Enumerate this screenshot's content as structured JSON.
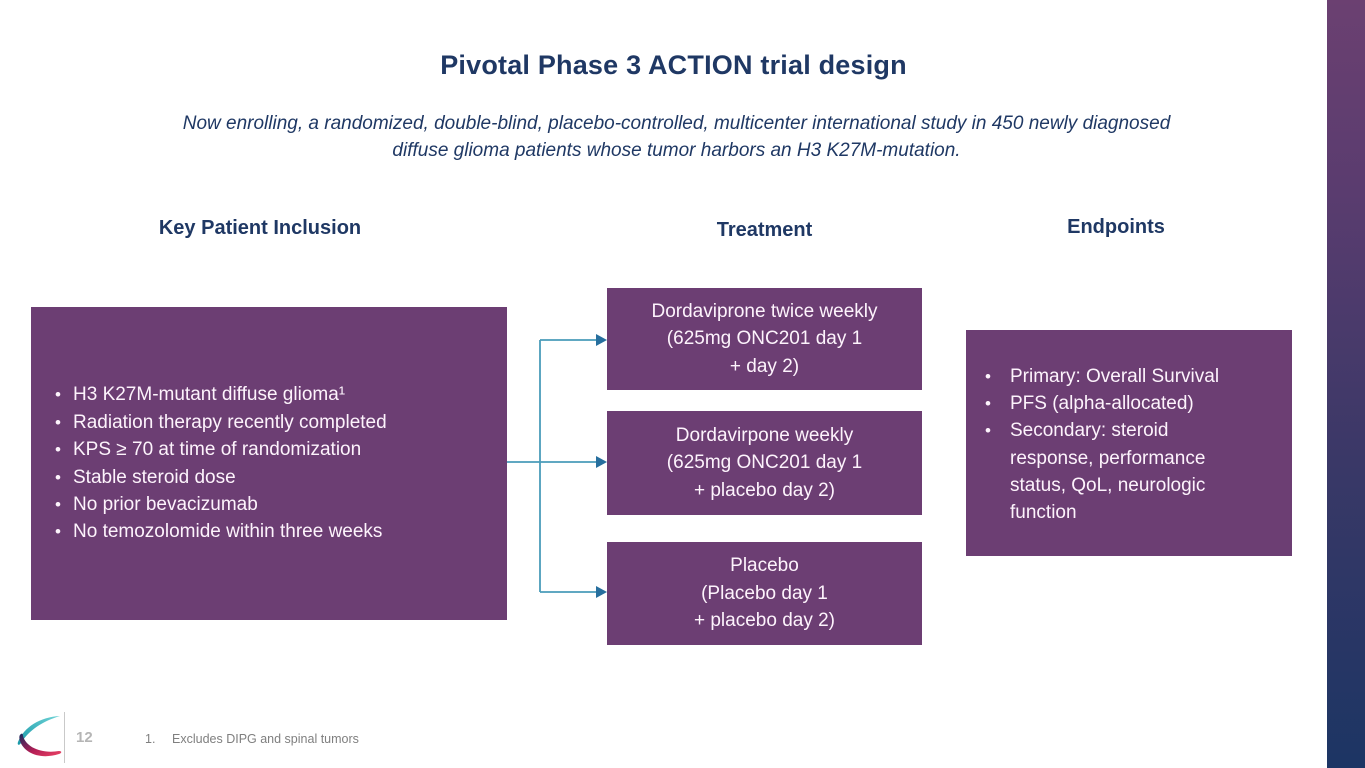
{
  "slide": {
    "title": "Pivotal Phase 3 ACTION trial design",
    "subtitle": "Now enrolling, a randomized, double-blind, placebo-controlled, multicenter international study in 450 newly diagnosed\ndiffuse glioma patients whose tumor harbors an H3 K27M-mutation.",
    "bullet_glyph": "•"
  },
  "columns": {
    "inclusion": {
      "header": "Key Patient Inclusion",
      "bullets": [
        "H3 K27M-mutant diffuse glioma¹",
        "Radiation therapy recently completed",
        "KPS ≥ 70 at time of randomization",
        "Stable steroid dose",
        "No prior bevacizumab",
        "No temozolomide within three weeks"
      ]
    },
    "treatment": {
      "header": "Treatment",
      "arms": [
        {
          "lines": [
            "Dordaviprone twice weekly",
            "(625mg ONC201 day 1",
            "+ day 2)"
          ]
        },
        {
          "lines": [
            "Dordavirpone weekly",
            "(625mg ONC201 day 1",
            "+ placebo day 2)"
          ]
        },
        {
          "lines": [
            "Placebo",
            "(Placebo day 1",
            "+ placebo day 2)"
          ]
        }
      ]
    },
    "endpoints": {
      "header": "Endpoints",
      "bullets": [
        "Primary: Overall Survival",
        "PFS (alpha-allocated)",
        "Secondary: steroid\nresponse, performance\nstatus, QoL, neurologic\nfunction"
      ]
    }
  },
  "footer": {
    "page_number": "12",
    "footnote_marker": "1.",
    "footnote_text": "Excludes DIPG and spinal tumors"
  },
  "icons": {
    "logo": "company-swoosh-logo"
  },
  "colors": {
    "box_purple": "#6C3E73",
    "heading_navy": "#1F3864",
    "arrow_line": "#4A9CBA",
    "arrow_head": "#276F9E",
    "edge_gradient_top": "#6B4071",
    "edge_gradient_bottom": "#1C3564",
    "logo_teal": "#2FB3BC",
    "logo_crimson": "#DD2B55",
    "footnote_gray": "#7f7f7f"
  }
}
